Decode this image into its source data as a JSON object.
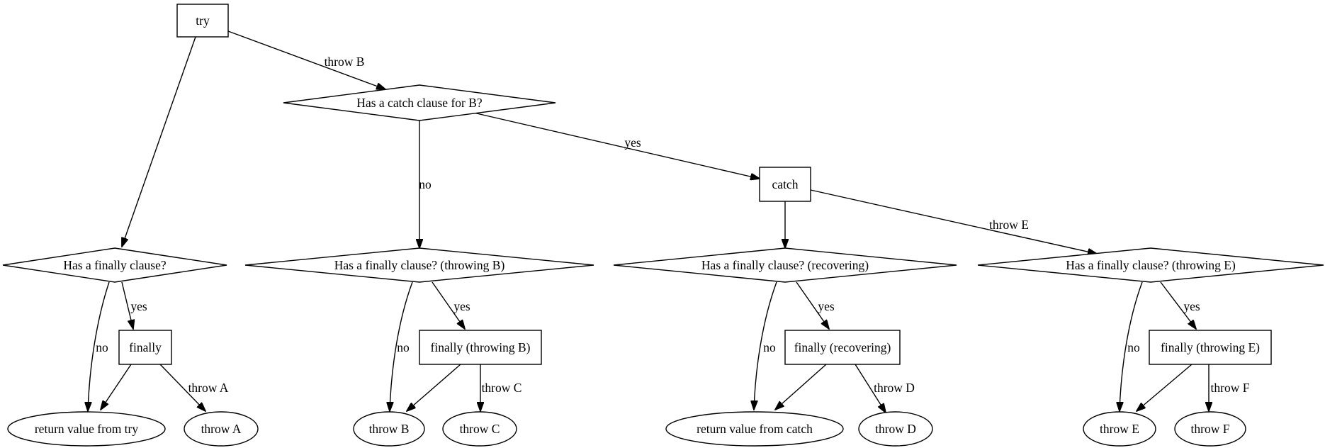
{
  "nodes": {
    "try": "try",
    "q_finally": "Has a finally clause?",
    "q_catch": "Has a catch clause for B?",
    "catch": "catch",
    "finally": "finally",
    "ret_try": "return value from try",
    "throw_a": "throw A",
    "q_finally_b": "Has a finally clause? (throwing B)",
    "finally_b": "finally (throwing B)",
    "throw_b": "throw B",
    "throw_c": "throw C",
    "q_finally_rec": "Has a finally clause? (recovering)",
    "finally_rec": "finally (recovering)",
    "ret_catch": "return value from catch",
    "throw_d": "throw D",
    "q_finally_e": "Has a finally clause? (throwing E)",
    "finally_e": "finally (throwing E)",
    "throw_e": "throw E",
    "throw_f": "throw F"
  },
  "edge_labels": {
    "try_to_catchq": "throw B",
    "catchq_yes": "yes",
    "catchq_no": "no",
    "catch_throw_e": "throw E",
    "finq_yes": "yes",
    "finq_no": "no",
    "finally_throw_a": "throw A",
    "finqb_yes": "yes",
    "finqb_no": "no",
    "finallyb_throw_c": "throw C",
    "finqrec_yes": "yes",
    "finqrec_no": "no",
    "finallyrec_throw_d": "throw D",
    "finqe_yes": "yes",
    "finqe_no": "no",
    "finallye_throw_f": "throw F"
  }
}
